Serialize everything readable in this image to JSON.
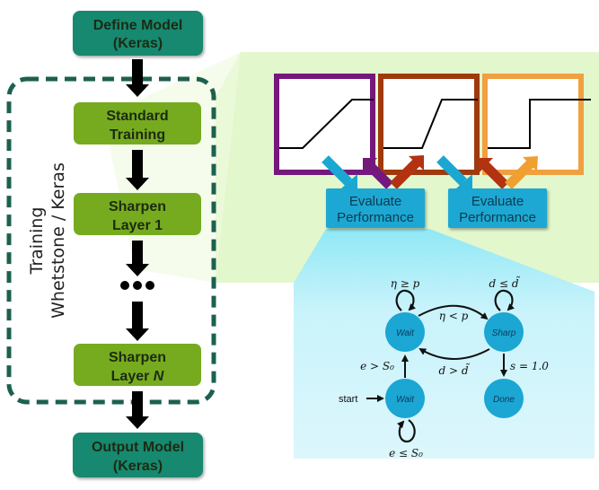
{
  "pipeline": {
    "define_model": [
      "Define Model",
      "(Keras)"
    ],
    "standard_training": [
      "Standard",
      "Training"
    ],
    "sharpen_layer_1": [
      "Sharpen",
      "Layer 1"
    ],
    "ellipsis": "•••",
    "sharpen_layer_n": [
      "Sharpen",
      "Layer "
    ],
    "sharpen_layer_n_var": "N",
    "output_model": [
      "Output Model",
      "(Keras)"
    ],
    "group_label": [
      "Training",
      "Whetstone / Keras"
    ]
  },
  "activation_panel": {
    "stages": [
      {
        "name": "gradual",
        "border_color": "#74187e"
      },
      {
        "name": "steeper",
        "border_color": "#9e3a0e"
      },
      {
        "name": "step",
        "border_color": "#f0a040"
      }
    ],
    "evaluate_boxes": [
      [
        "Evaluate",
        "Performance"
      ],
      [
        "Evaluate",
        "Performance"
      ]
    ]
  },
  "state_machine": {
    "states": {
      "wait_top": "Wait",
      "sharp": "Sharp",
      "wait_start": "Wait",
      "done": "Done"
    },
    "start_label": "start",
    "transitions": {
      "wait_self": "η ≥ p",
      "sharp_self": "d ≤ d̃",
      "wait_to_sharp": "η < p",
      "sharp_to_wait": "d > d̃",
      "start_to_wait": "e > S₀",
      "start_self": "e ≤ S₀",
      "sharp_to_done": "s = 1.0"
    }
  },
  "colors": {
    "teal_box": "#17896f",
    "green_box": "#76ab1f",
    "dashed_border": "#1c6050",
    "eval_box": "#1aa8d2",
    "state_fill": "#1ba6d4",
    "panel_green": "#e3f7cc",
    "panel_blue": "#d8f6fc"
  }
}
